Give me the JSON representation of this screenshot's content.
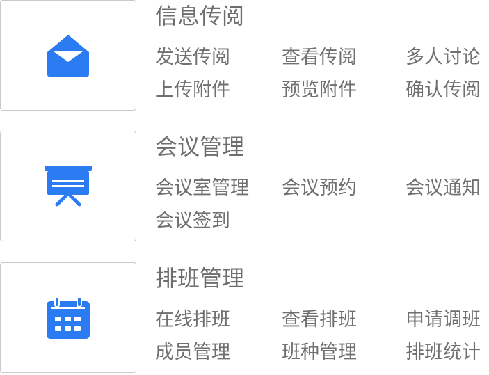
{
  "modules": [
    {
      "icon": "envelope-icon",
      "title": "信息传阅",
      "items": [
        "发送传阅",
        "查看传阅",
        "多人讨论",
        "上传附件",
        "预览附件",
        "确认传阅"
      ]
    },
    {
      "icon": "presentation-board-icon",
      "title": "会议管理",
      "items": [
        "会议室管理",
        "会议预约",
        "会议通知",
        "会议签到"
      ]
    },
    {
      "icon": "calendar-icon",
      "title": "排班管理",
      "items": [
        "在线排班",
        "查看排班",
        "申请调班",
        "成员管理",
        "班种管理",
        "排班统计"
      ]
    }
  ],
  "colors": {
    "accent": "#2b7bf3",
    "border": "#c9c9c9",
    "text": "#707070"
  }
}
